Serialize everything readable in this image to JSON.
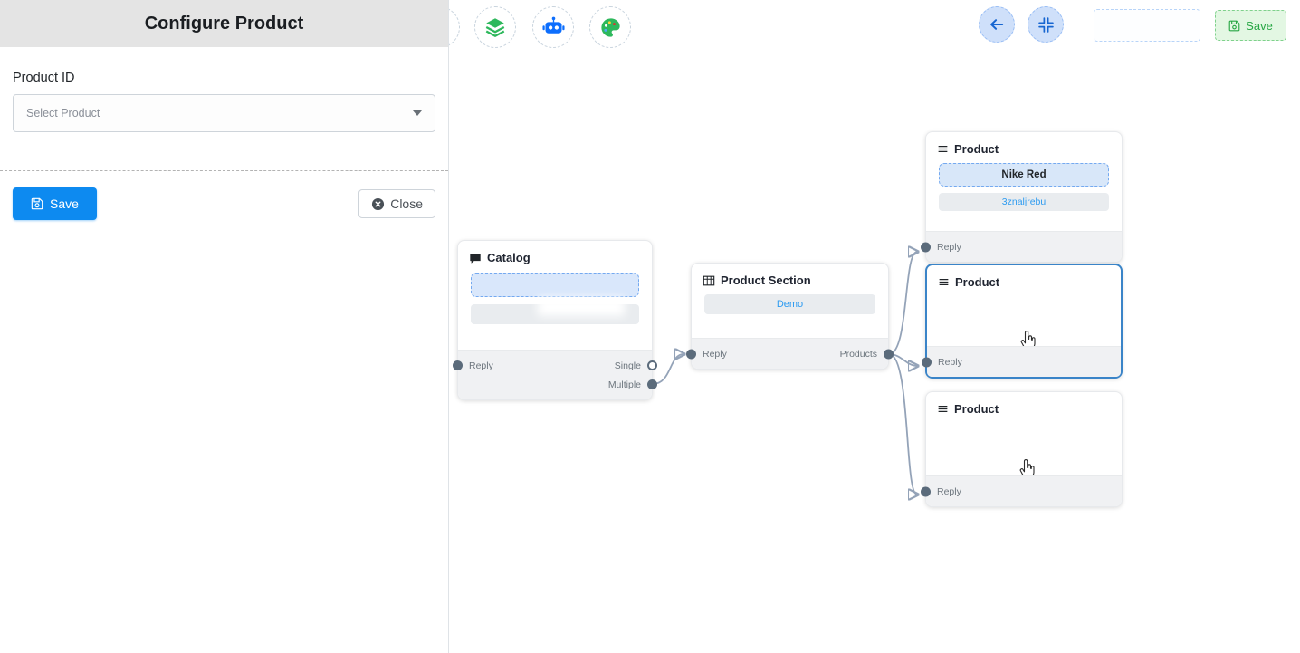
{
  "panel": {
    "title": "Configure Product",
    "field_label": "Product ID",
    "select_value": "Select Product",
    "save_button": "Save",
    "close_button": "Close"
  },
  "canvas": {
    "toolbar_icons": [
      {
        "name": "layers-icon"
      },
      {
        "name": "robot-icon"
      },
      {
        "name": "palette-icon"
      }
    ],
    "topbar": {
      "save_button": "Save"
    },
    "nodes": {
      "catalog": {
        "title": "Catalog",
        "reply": "Reply",
        "single": "Single",
        "multiple": "Multiple"
      },
      "product_section": {
        "title": "Product Section",
        "item": "Demo",
        "reply": "Reply",
        "products": "Products"
      },
      "product_top": {
        "title": "Product",
        "selected_value": "Nike Red",
        "item": "3znaljrebu",
        "reply": "Reply"
      },
      "product_middle": {
        "title": "Product",
        "reply": "Reply"
      },
      "product_bottom": {
        "title": "Product",
        "reply": "Reply"
      }
    }
  },
  "colors": {
    "primary": "#0d8af0",
    "accent_blue_text": "#2d9bf0",
    "save_green": "#28a745",
    "edge_gray": "#94a3b8",
    "selected_node_border": "#3a84c8"
  }
}
